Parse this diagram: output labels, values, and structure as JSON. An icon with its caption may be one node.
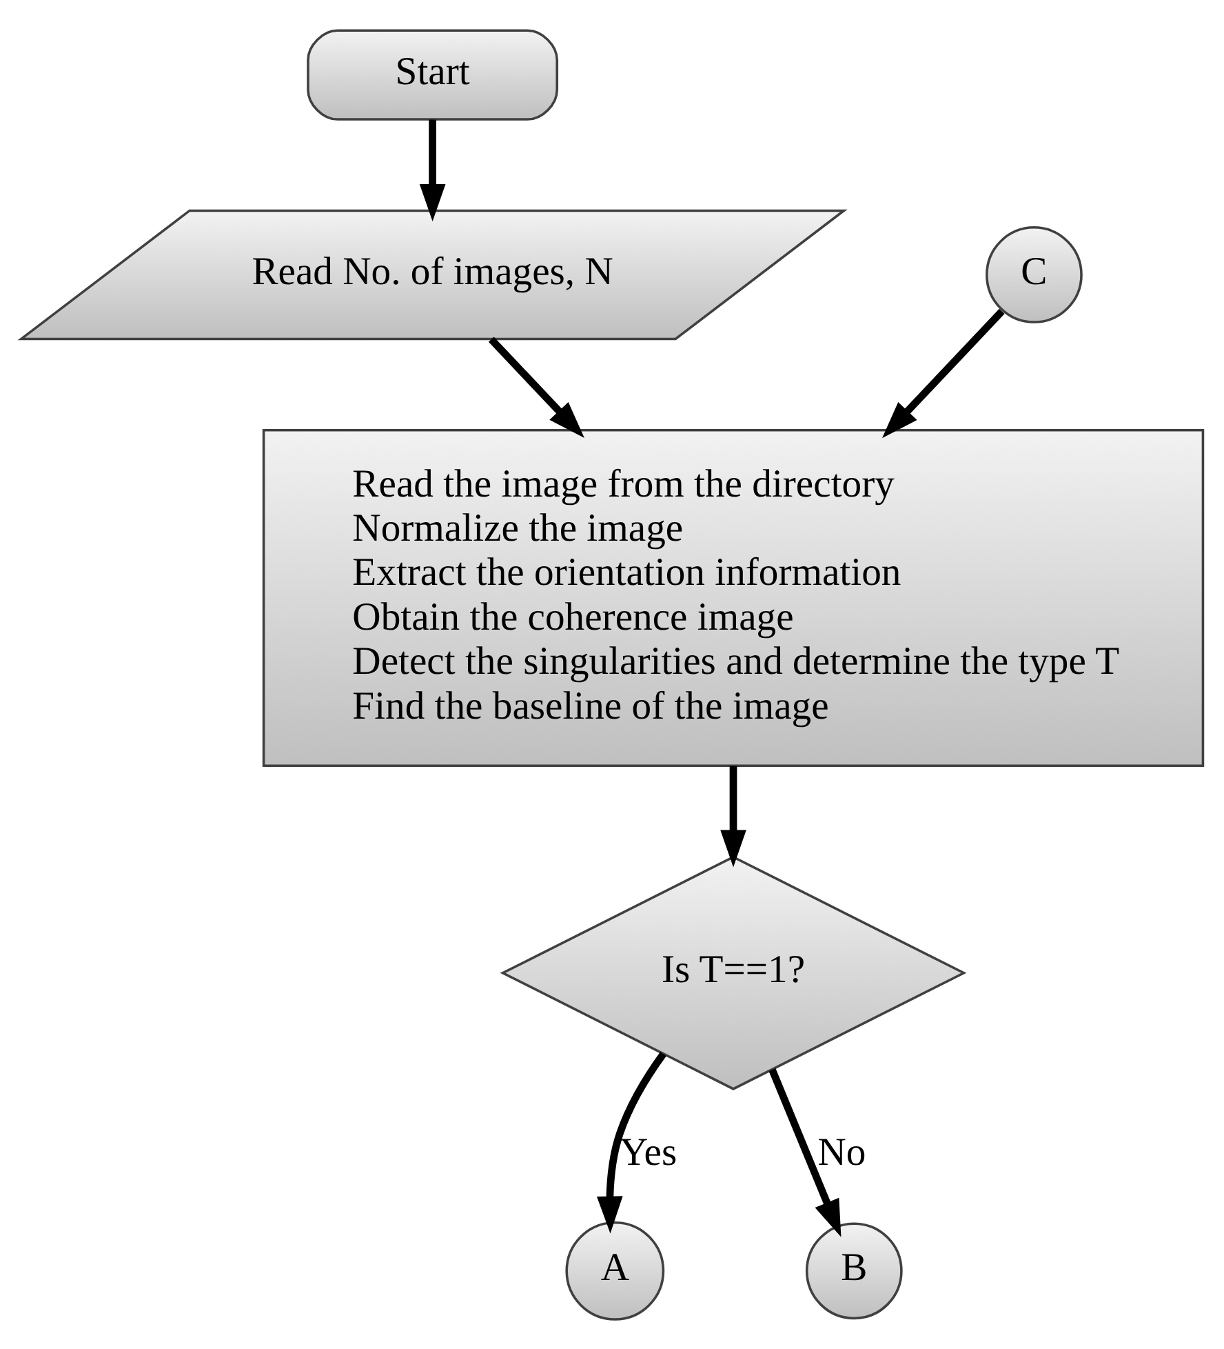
{
  "diagram": {
    "nodes": [
      {
        "text": [
          "Start"
        ]
      },
      {
        "text": [
          "Read No. of images, N"
        ]
      },
      {
        "text": [
          "C"
        ]
      },
      {
        "text": [
          "Read the image from the directory",
          "Normalize the image",
          "Extract the orientation information",
          "Obtain the coherence image",
          "Detect the singularities and determine the type T",
          "Find the baseline of the image"
        ]
      },
      {
        "text": [
          "Is T==1?"
        ]
      },
      {
        "text": [
          "A"
        ]
      },
      {
        "text": [
          "B"
        ]
      }
    ],
    "edges": [
      {
        "from": 0,
        "to": 1,
        "arrow": "to"
      },
      {
        "from": 1,
        "to": 3,
        "arrow": "to"
      },
      {
        "from": 2,
        "to": 3,
        "arrow": "to"
      },
      {
        "from": 3,
        "to": 4,
        "arrow": "to"
      },
      {
        "from": 4,
        "to": 5,
        "arrow": "to",
        "label": "Yes"
      },
      {
        "from": 4,
        "to": 6,
        "arrow": "to",
        "label": "No"
      }
    ]
  }
}
